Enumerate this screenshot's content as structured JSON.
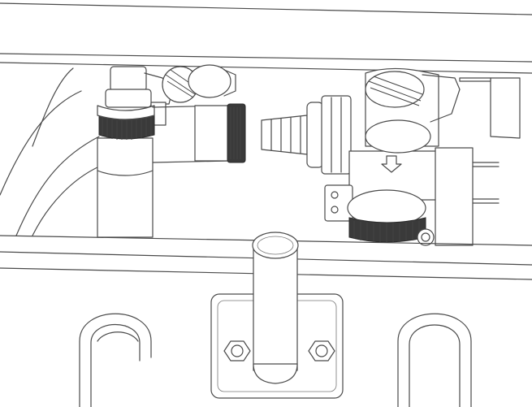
{
  "icons": {
    "frame": "frame-rail",
    "valve": "valve-assembly",
    "hose": "hose-barb",
    "clamp": "hose-clamp",
    "arrow": "flow-arrow",
    "plate": "mounting-plate"
  },
  "colors": {
    "line": "#4a4a4a",
    "background": "#ffffff",
    "clamp_band": "#3a3a3a"
  }
}
